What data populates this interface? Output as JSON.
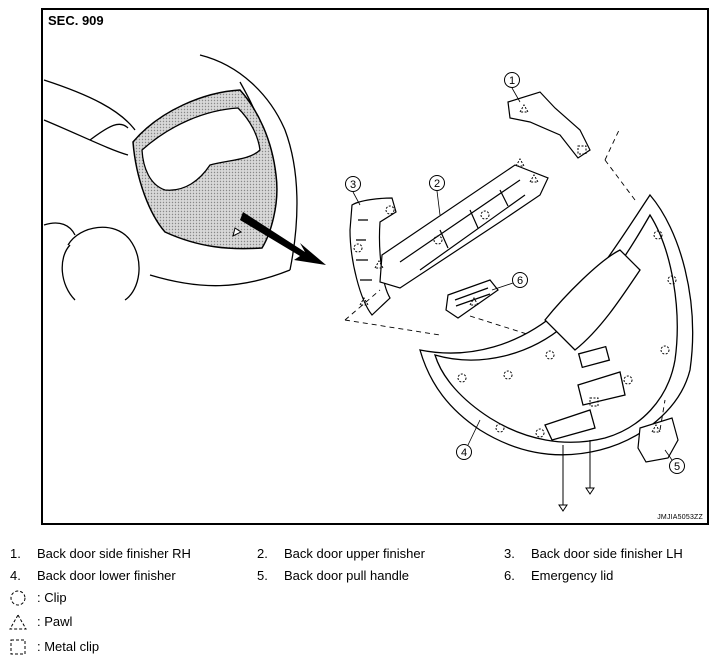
{
  "diagram": {
    "section": "SEC. 909",
    "image_code": "JMJIA5053ZZ",
    "callouts": [
      "1",
      "2",
      "3",
      "4",
      "5",
      "6"
    ]
  },
  "legend": {
    "items": [
      {
        "num": "1.",
        "label": "Back door side finisher RH"
      },
      {
        "num": "2.",
        "label": "Back door upper finisher"
      },
      {
        "num": "3.",
        "label": "Back door side finisher LH"
      },
      {
        "num": "4.",
        "label": "Back door lower finisher"
      },
      {
        "num": "5.",
        "label": "Back door pull handle"
      },
      {
        "num": "6.",
        "label": "Emergency lid"
      }
    ],
    "symbols": [
      {
        "icon": "clip-icon",
        "label": ": Clip"
      },
      {
        "icon": "pawl-icon",
        "label": ": Pawl"
      },
      {
        "icon": "metal-clip-icon",
        "label": ": Metal clip"
      }
    ]
  }
}
